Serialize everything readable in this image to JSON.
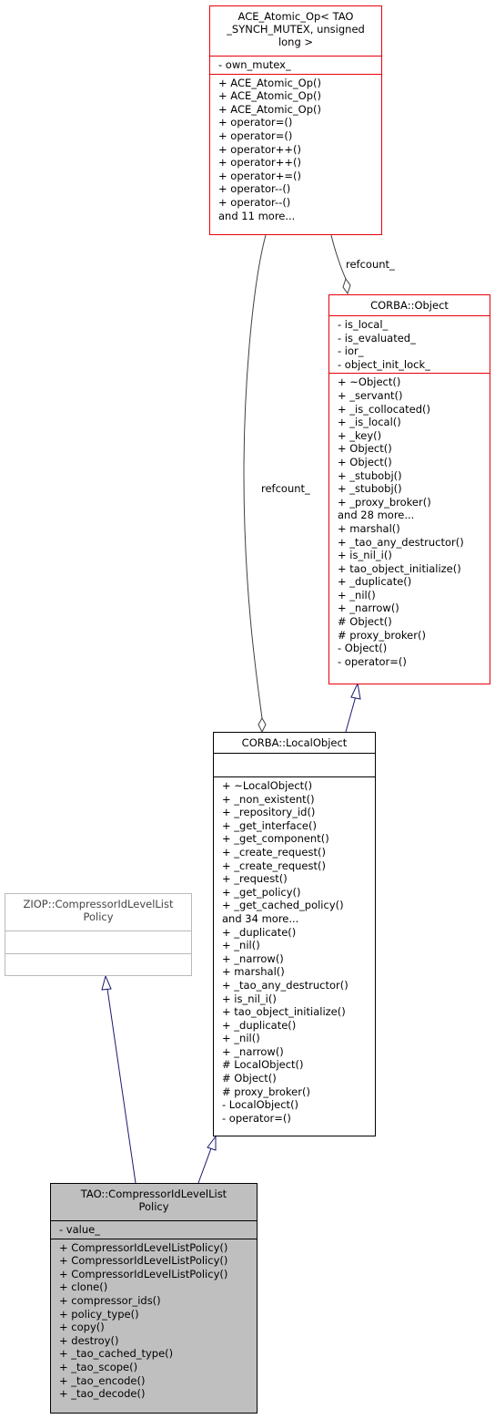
{
  "nodes": {
    "atomic": {
      "title": "ACE_Atomic_Op< TAO\n_SYNCH_MUTEX, unsigned\n long >",
      "attributes": [
        "- own_mutex_"
      ],
      "methods": [
        "+ ACE_Atomic_Op()",
        "+ ACE_Atomic_Op()",
        "+ ACE_Atomic_Op()",
        "+ operator=()",
        "+ operator=()",
        "+ operator++()",
        "+ operator++()",
        "+ operator+=()",
        "+ operator--()",
        "+ operator--()",
        "and 11 more..."
      ]
    },
    "corba_object": {
      "title": "CORBA::Object",
      "attributes": [
        "- is_local_",
        "- is_evaluated_",
        "- ior_",
        "- object_init_lock_"
      ],
      "methods": [
        "+ ~Object()",
        "+ _servant()",
        "+ _is_collocated()",
        "+ _is_local()",
        "+ _key()",
        "+ Object()",
        "+ Object()",
        "+ _stubobj()",
        "+ _stubobj()",
        "+ _proxy_broker()",
        "and 28 more...",
        "+ marshal()",
        "+ _tao_any_destructor()",
        "+ is_nil_i()",
        "+ tao_object_initialize()",
        "+ _duplicate()",
        "+ _nil()",
        "+ _narrow()",
        "# Object()",
        "# proxy_broker()",
        "- Object()",
        "- operator=()"
      ]
    },
    "local_object": {
      "title": "CORBA::LocalObject",
      "attributes": [],
      "methods": [
        "+ ~LocalObject()",
        "+ _non_existent()",
        "+ _repository_id()",
        "+ _get_interface()",
        "+ _get_component()",
        "+ _create_request()",
        "+ _create_request()",
        "+ _request()",
        "+ _get_policy()",
        "+ _get_cached_policy()",
        "and 34 more...",
        "+ _duplicate()",
        "+ _nil()",
        "+ _narrow()",
        "+ marshal()",
        "+ _tao_any_destructor()",
        "+ is_nil_i()",
        "+ tao_object_initialize()",
        "+ _duplicate()",
        "+ _nil()",
        "+ _narrow()",
        "# LocalObject()",
        "# Object()",
        "# proxy_broker()",
        "- LocalObject()",
        "- operator=()"
      ]
    },
    "ziop_policy": {
      "title": "ZIOP::CompressorIdLevelList\nPolicy",
      "attributes": [],
      "methods": []
    },
    "tao_policy": {
      "title": "TAO::CompressorIdLevelList\nPolicy",
      "attributes": [
        "- value_"
      ],
      "methods": [
        "+ CompressorIdLevelListPolicy()",
        "+ CompressorIdLevelListPolicy()",
        "+ CompressorIdLevelListPolicy()",
        "+ clone()",
        "+ compressor_ids()",
        "+ policy_type()",
        "+ copy()",
        "+ destroy()",
        "+ _tao_cached_type()",
        "+ _tao_scope()",
        "+ _tao_encode()",
        "+ _tao_decode()"
      ]
    }
  },
  "edge_labels": {
    "refcount_object": "refcount_",
    "refcount_local": "refcount_"
  },
  "colors": {
    "class_border": "#e8000b",
    "selected_fill": "#bfbfbf",
    "inheritance_edge": "#191970",
    "external_border": "#b9b9b9"
  }
}
